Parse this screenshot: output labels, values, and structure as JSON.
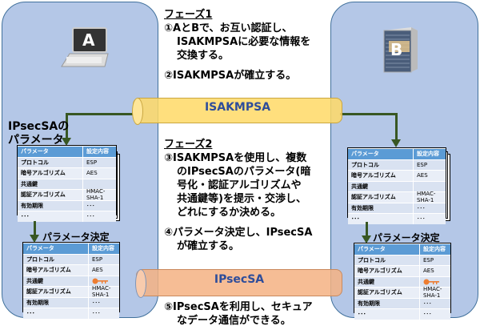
{
  "hosts": {
    "a": {
      "label": "A",
      "icon": "laptop-icon"
    },
    "b": {
      "label": "B",
      "icon": "server-icon"
    }
  },
  "phase1": {
    "heading": "フェーズ1",
    "step1_line1": "①AとBで、お互い認証し、",
    "step1_line2": "ISAKMPSAに必要な情報を",
    "step1_line3": "交換する。",
    "step2": "②ISAKMPSAが確立する。"
  },
  "phase2": {
    "heading": "フェーズ2",
    "step3_line1": "③ISAKMPSAを使用し、複数",
    "step3_line2": "のIPsecSAのパラメータ(暗",
    "step3_line3": "号化・認証アルゴリズムや",
    "step3_line4": "共通鍵等)を提示・交渉し、",
    "step3_line5": "どれにするか決める。",
    "step4_line1": "④パラメータ決定し、IPsecSA",
    "step4_line2": "が確立する。",
    "step5_line1": "⑤IPsecSAを利用し、セキュア",
    "step5_line2": "なデータ通信ができる。"
  },
  "tunnels": {
    "isakmp": {
      "label": "ISAKMPSA",
      "color": "#ffd966"
    },
    "ipsec": {
      "label": "IPsecSA",
      "color": "#f4b183"
    }
  },
  "left_caption_line1": "IPsecSAの",
  "left_caption_line2": "パラメータ",
  "decided_label": "パラメータ決定",
  "param_table": {
    "headers": [
      "パラメータ",
      "設定内容"
    ],
    "rows": [
      [
        "プロトコル",
        "ESP"
      ],
      [
        "暗号アルゴリズム",
        "AES"
      ],
      [
        "共通鍵",
        ""
      ],
      [
        "認証アルゴリズム",
        "HMAC-SHA-1"
      ],
      [
        "有効期限",
        "･･･"
      ],
      [
        "･･･",
        "･･･"
      ]
    ]
  },
  "key_icon": "key-icon",
  "colors": {
    "panel": "#b4c7e7",
    "arrow": "#385723",
    "header": "#5b9bd5",
    "key": "#ed7d31",
    "tunnel_text": "#2e4d9a"
  }
}
